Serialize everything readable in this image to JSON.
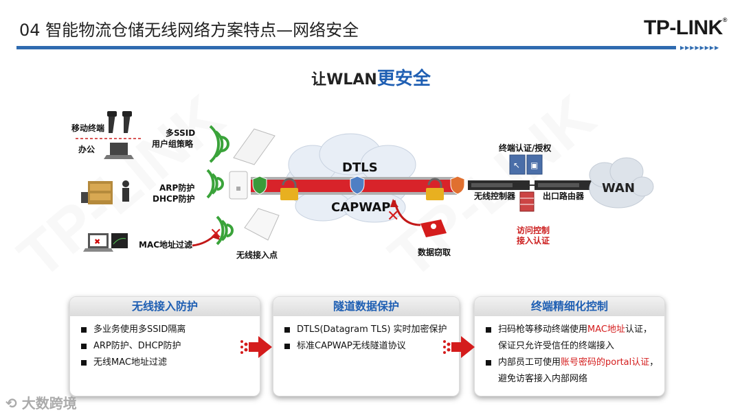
{
  "header": {
    "title": "04 智能物流仓储无线网络方案特点—网络安全",
    "logo": "TP-LINK",
    "logo_mark": "®"
  },
  "subtitle": {
    "prefix": "让WLAN",
    "highlight": "更安全"
  },
  "diagram": {
    "mobile_terminal": "移动终端",
    "office": "办公",
    "multi_ssid": "多SSID",
    "user_group_policy": "用户组策略",
    "arp_protect": "ARP防护",
    "dhcp_protect": "DHCP防护",
    "mac_filter": "MAC地址过滤",
    "wireless_ap": "无线接入点",
    "dtls": "DTLS",
    "capwap": "CAPWAP",
    "data_theft": "数据窃取",
    "terminal_auth": "终端认证/授权",
    "wireless_controller": "无线控制器",
    "exit_router": "出口路由器",
    "wan": "WAN",
    "access_control": "访问控制",
    "access_auth": "接入认证"
  },
  "cards": [
    {
      "title": "无线接入防护",
      "items": [
        "多业务使用多SSID隔离",
        "ARP防护、DHCP防护",
        "无线MAC地址过滤"
      ]
    },
    {
      "title": "隧道数据保护",
      "items": [
        "DTLS(Datagram TLS) 实时加密保护",
        "标准CAPWAP无线隧道协议"
      ]
    },
    {
      "title": "终端精细化控制",
      "item1": {
        "a": "扫码枪等移动终端使用",
        "b": "MAC地址",
        "c": "认证，保证只允许受信任的终端接入"
      },
      "item2": {
        "a": "内部员工可使用",
        "b": "账号密码的portal认证",
        "c": "，避免访客接入内部网络"
      }
    }
  ],
  "footer_watermark": "大数跨境",
  "colors": {
    "accent": "#1f5fb3",
    "rule": "#2f6bb0",
    "alert": "#d41c1c",
    "tunnel": "#d8232a",
    "wifi": "#3aa33a"
  }
}
